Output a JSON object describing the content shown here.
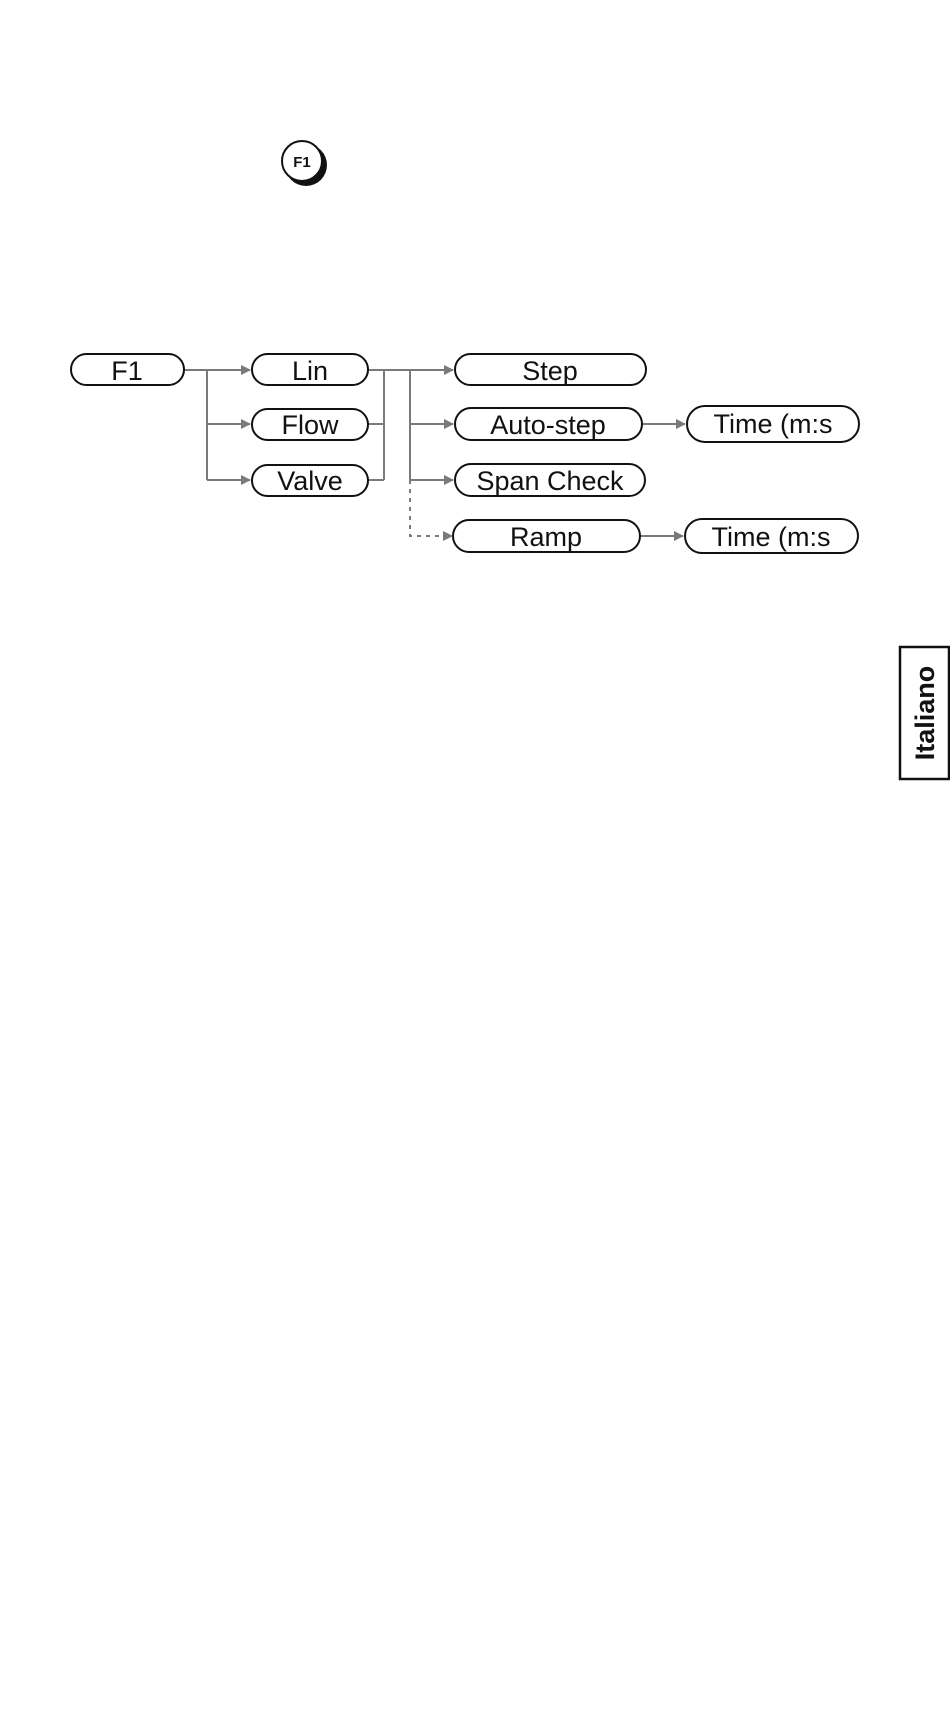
{
  "key_button": {
    "label": "F1"
  },
  "nodes": {
    "root": "F1",
    "lin": "Lin",
    "flow": "Flow",
    "valve": "Valve",
    "step": "Step",
    "auto_step": "Auto-step",
    "span_check": "Span Check",
    "ramp": "Ramp",
    "time_auto": "Time (m:s",
    "time_ramp": "Time (m:s"
  },
  "language_tab": {
    "label": "Italiano"
  },
  "colors": {
    "connector": "#7a7a7a",
    "outline": "#111111"
  }
}
